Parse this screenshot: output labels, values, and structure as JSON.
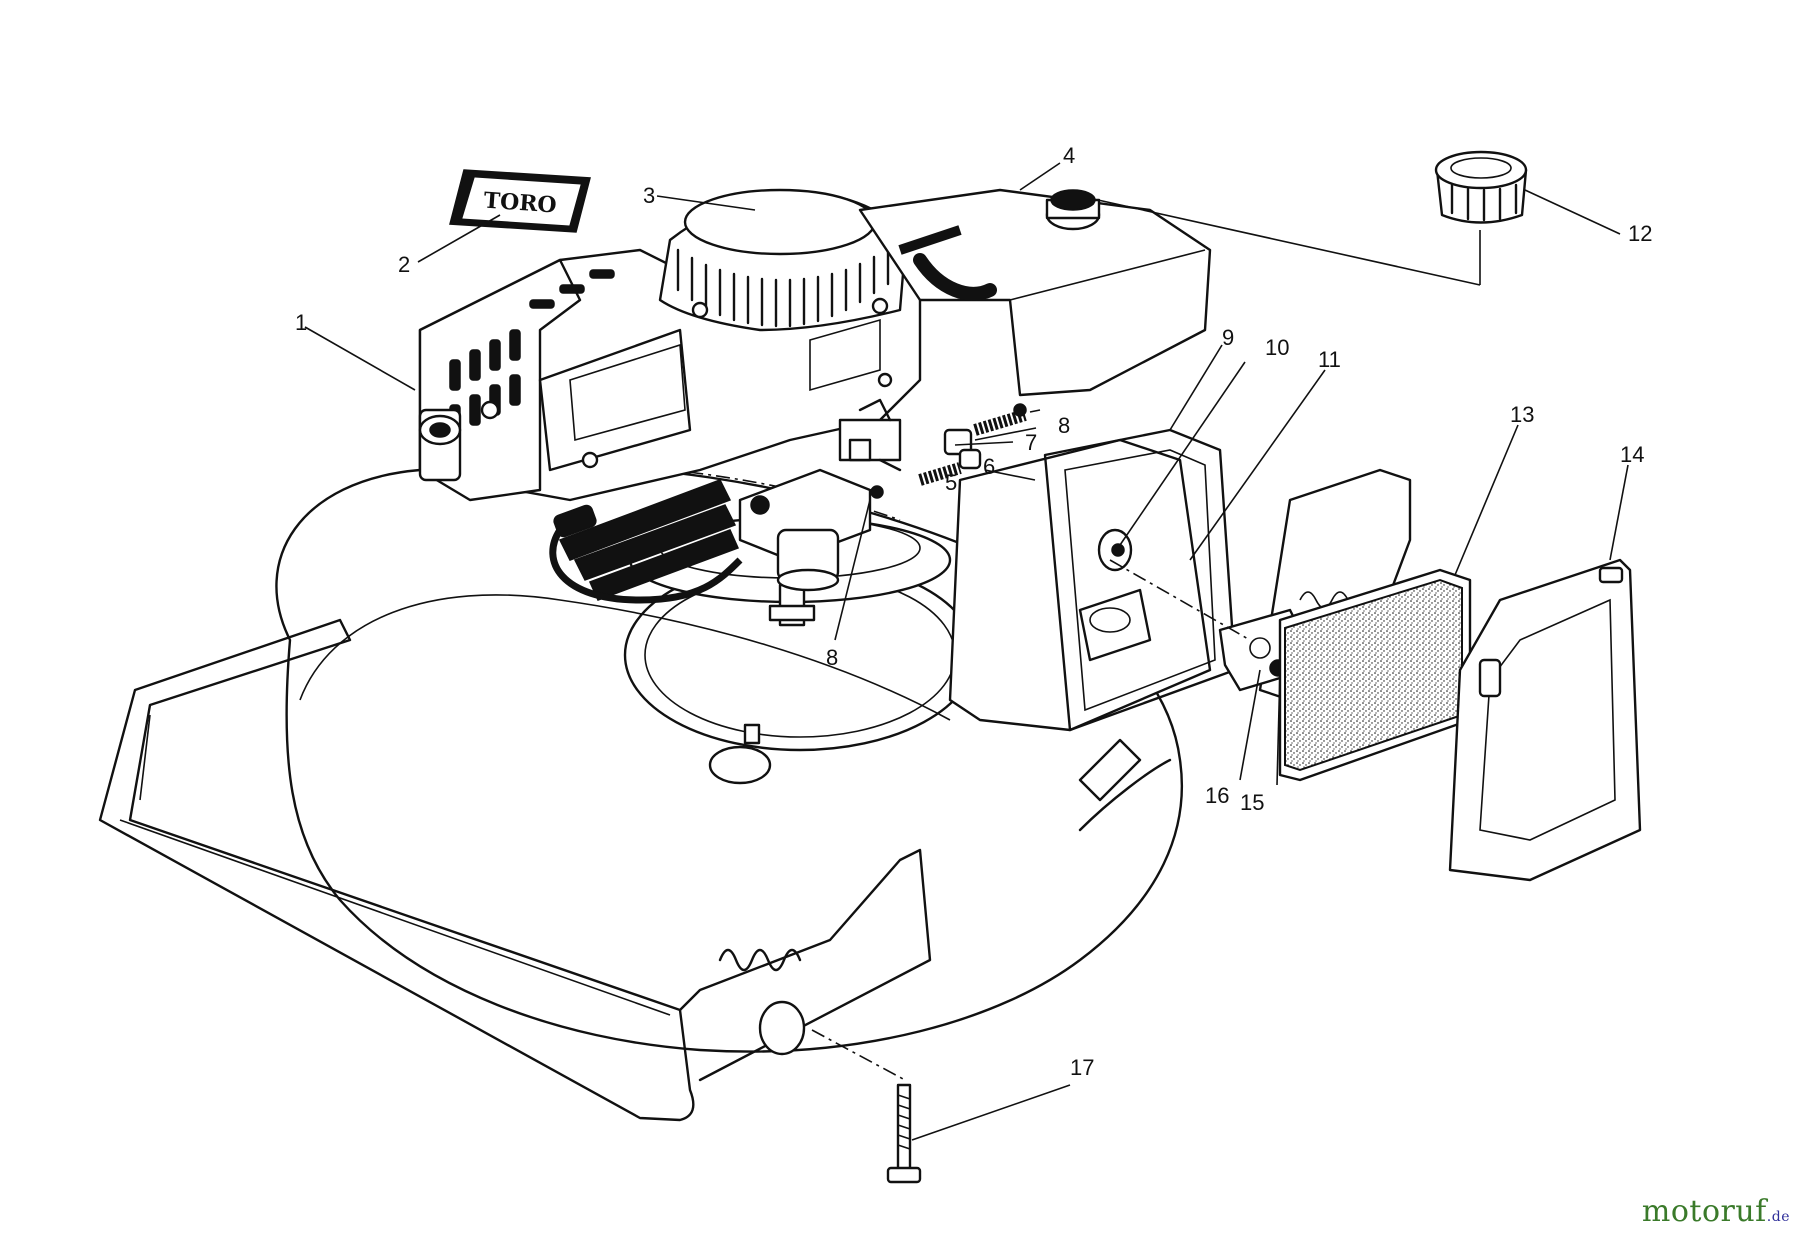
{
  "diagram": {
    "logo_text": "TORO",
    "callouts": [
      {
        "id": "c1",
        "label": "1"
      },
      {
        "id": "c2",
        "label": "2"
      },
      {
        "id": "c3",
        "label": "3"
      },
      {
        "id": "c4",
        "label": "4"
      },
      {
        "id": "c5",
        "label": "5"
      },
      {
        "id": "c6",
        "label": "6"
      },
      {
        "id": "c7",
        "label": "7"
      },
      {
        "id": "c8a",
        "label": "8"
      },
      {
        "id": "c8b",
        "label": "8"
      },
      {
        "id": "c9",
        "label": "9"
      },
      {
        "id": "c10",
        "label": "10"
      },
      {
        "id": "c11",
        "label": "11"
      },
      {
        "id": "c12",
        "label": "12"
      },
      {
        "id": "c13",
        "label": "13"
      },
      {
        "id": "c14",
        "label": "14"
      },
      {
        "id": "c15",
        "label": "15"
      },
      {
        "id": "c16",
        "label": "16"
      },
      {
        "id": "c17",
        "label": "17"
      }
    ]
  },
  "watermark": {
    "main": "motoruf",
    "tld": ".de"
  }
}
